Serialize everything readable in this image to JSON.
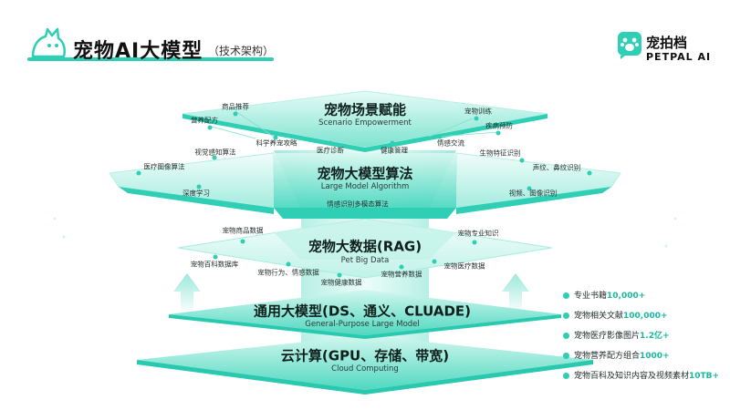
{
  "header": {
    "title": "宠物AI大模型",
    "subtitle": "（技术架构）"
  },
  "brand": {
    "name_cn": "宠拍档",
    "name_en": "PETPAL AI"
  },
  "layers": [
    {
      "cn": "宠物场景赋能",
      "en": "Scenario Empowerment"
    },
    {
      "cn": "宠物大模型算法",
      "en": "Large Model Algorithm"
    },
    {
      "cn": "宠物大数据(RAG)",
      "en": "Pet Big Data"
    },
    {
      "cn": "通用大模型(DS、通义、CLUADE)",
      "en": "General-Purpose Large Model"
    },
    {
      "cn": "云计算(GPU、存储、带宽)",
      "en": "Cloud Computing"
    }
  ],
  "scenario_nodes": [
    "商品推荐",
    "营养配方",
    "科学养宠攻略",
    "医疗诊断",
    "健康管理",
    "情感交流",
    "宠物训练",
    "疾病预防"
  ],
  "algorithm_nodes": [
    "视觉感知算法",
    "医疗图像算法",
    "深度学习",
    "情感识别多模态算法",
    "生物特征识别",
    "声纹、鼻纹识别",
    "视频、图像识别"
  ],
  "data_nodes": [
    "宠物商品数据",
    "宠物百科数据库",
    "宠物行为、情感数据",
    "宠物健康数据",
    "宠物营养数据",
    "宠物医疗数据",
    "宠物专业知识"
  ],
  "stats": [
    {
      "label": "专业书籍",
      "value": "10,000+"
    },
    {
      "label": "宠物相关文献",
      "value": "100,000+"
    },
    {
      "label": "宠物医疗影像图片",
      "value": "1.2亿+"
    },
    {
      "label": "宠物营养配方组合",
      "value": "1000+"
    },
    {
      "label": "宠物百科及知识内容及视频素材",
      "value": "10TB+"
    }
  ],
  "colors": {
    "accent": "#2ecfb4",
    "accent_light": "#c9f5ec",
    "accent_dark": "#19b89e"
  }
}
